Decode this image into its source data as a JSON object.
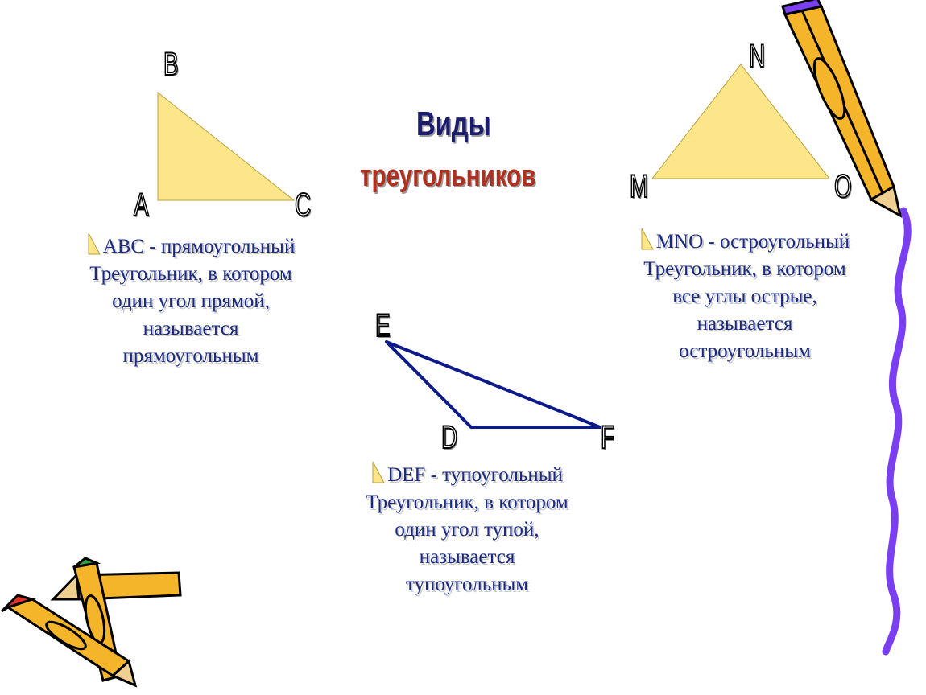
{
  "title": {
    "line1": "Виды",
    "line2": "треугольников"
  },
  "triangles": {
    "abc": {
      "vertices": {
        "a": "A",
        "b": "B",
        "c": "C"
      },
      "fill_color": "#fde68a",
      "lines": [
        "ABC - прямоугольный",
        "Треугольник, в котором",
        "один угол прямой,",
        "называется",
        "прямоугольным"
      ]
    },
    "mno": {
      "vertices": {
        "m": "M",
        "n": "N",
        "o": "O"
      },
      "fill_color": "#fde68a",
      "lines": [
        "MNO - остроугольный",
        "Треугольник, в котором",
        "все углы острые,",
        "называется",
        "остроугольным"
      ]
    },
    "def": {
      "vertices": {
        "d": "D",
        "e": "E",
        "f": "F"
      },
      "stroke_color": "#0d1a8a",
      "lines": [
        "DEF - тупоугольный",
        "Треугольник, в котором",
        "один угол тупой,",
        "называется",
        "тупоугольным"
      ]
    }
  },
  "colors": {
    "text": "#1a2a80",
    "ribbon": "#7b3ff2",
    "pencil": "#f5b52a",
    "pencil_tip_red": "#e0302a",
    "pencil_tip_green": "#2e9e3a"
  }
}
